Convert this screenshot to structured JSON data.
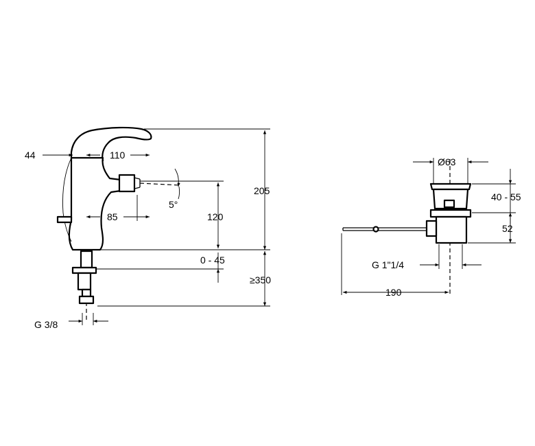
{
  "faucet": {
    "labels": {
      "dim_44": "44",
      "dim_110": "110",
      "dim_205": "205",
      "dim_5deg": "5°",
      "dim_85": "85",
      "dim_120": "120",
      "dim_0_45": "0 - 45",
      "dim_350": "≥350",
      "dim_g38": "G 3/8"
    }
  },
  "drain": {
    "labels": {
      "dim_63": "Ø63",
      "dim_40_55": "40 - 55",
      "dim_52": "52",
      "dim_g114": "G 1\"1/4",
      "dim_190": "190"
    }
  }
}
